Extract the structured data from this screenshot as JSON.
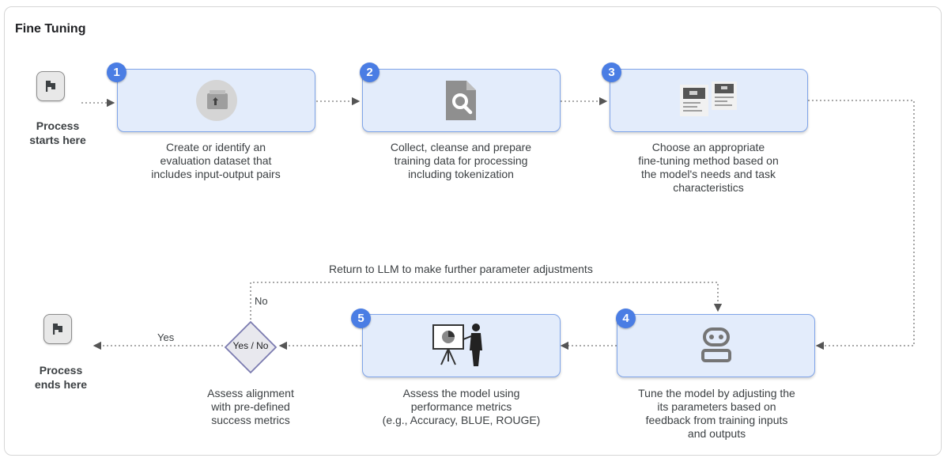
{
  "title": "Fine Tuning",
  "start": {
    "label": "Process\nstarts here",
    "icon": "flag-icon"
  },
  "end": {
    "label": "Process\nends here",
    "icon": "flag-icon"
  },
  "steps": [
    {
      "number": "1",
      "icon": "upload-folder-icon",
      "text": "Create or identify an\nevaluation dataset that\nincludes input-output pairs"
    },
    {
      "number": "2",
      "icon": "document-search-icon",
      "text": "Collect, cleanse and prepare\ntraining data for processing\nincluding tokenization"
    },
    {
      "number": "3",
      "icon": "method-cards-icon",
      "text": "Choose an appropriate\nfine-tuning method based on\nthe model's needs and task\ncharacteristics"
    },
    {
      "number": "4",
      "icon": "robot-icon",
      "text": "Tune the model by adjusting the\nits parameters based on\nfeedback from training inputs\nand outputs"
    },
    {
      "number": "5",
      "icon": "presentation-icon",
      "text": "Assess the model using\nperformance metrics\n(e.g., Accuracy, BLUE, ROUGE)"
    }
  ],
  "decision": {
    "label": "Yes / No",
    "text": "Assess alignment\nwith pre-defined\nsuccess metrics",
    "yes_label": "Yes",
    "no_label": "No"
  },
  "loop_label": "Return to LLM to make further parameter adjustments"
}
